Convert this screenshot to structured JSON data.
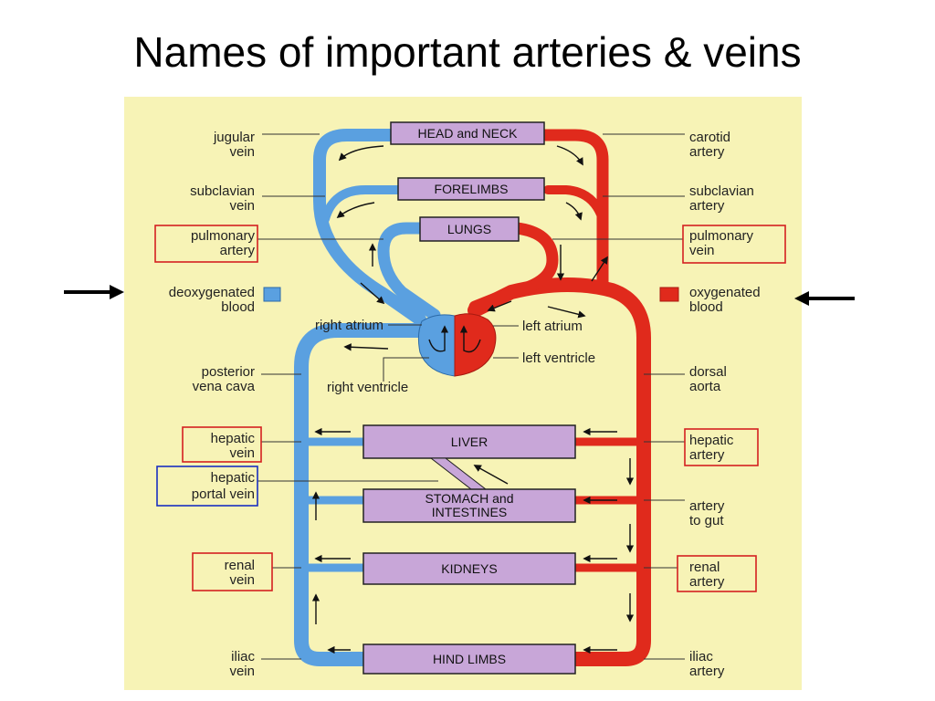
{
  "title": "Names of important arteries & veins",
  "organs": {
    "head_neck": "HEAD and NECK",
    "forelimbs": "FORELIMBS",
    "lungs": "LUNGS",
    "liver": "LIVER",
    "stomach_1": "STOMACH and",
    "stomach_2": "INTESTINES",
    "kidneys": "KIDNEYS",
    "hind_limbs": "HIND LIMBS"
  },
  "left_labels": {
    "jugular_1": "jugular",
    "jugular_2": "vein",
    "subclavian_v_1": "subclavian",
    "subclavian_v_2": "vein",
    "pulmonary_a_1": "pulmonary",
    "pulmonary_a_2": "artery",
    "deoxy_1": "deoxygenated",
    "deoxy_2": "blood",
    "posterior_1": "posterior",
    "posterior_2": "vena cava",
    "hepatic_v_1": "hepatic",
    "hepatic_v_2": "vein",
    "portal_1": "hepatic",
    "portal_2": "portal vein",
    "renal_v_1": "renal",
    "renal_v_2": "vein",
    "iliac_v_1": "iliac",
    "iliac_v_2": "vein"
  },
  "right_labels": {
    "carotid_1": "carotid",
    "carotid_2": "artery",
    "subclavian_a_1": "subclavian",
    "subclavian_a_2": "artery",
    "pulmonary_v_1": "pulmonary",
    "pulmonary_v_2": "vein",
    "oxy_1": "oxygenated",
    "oxy_2": "blood",
    "dorsal_1": "dorsal",
    "dorsal_2": "aorta",
    "hepatic_a_1": "hepatic",
    "hepatic_a_2": "artery",
    "gut_1": "artery",
    "gut_2": "to gut",
    "renal_a_1": "renal",
    "renal_a_2": "artery",
    "iliac_a_1": "iliac",
    "iliac_a_2": "artery"
  },
  "heart_labels": {
    "right_atrium": "right atrium",
    "left_atrium": "left atrium",
    "left_ventricle": "left ventricle",
    "right_ventricle": "right ventricle"
  },
  "colors": {
    "background": "#f7f3b6",
    "deoxygenated": "#5aa0e0",
    "oxygenated": "#e02a1c",
    "organ": "#c8a6d8",
    "highlight_red": "#d42020",
    "highlight_blue": "#1a2fc0"
  }
}
